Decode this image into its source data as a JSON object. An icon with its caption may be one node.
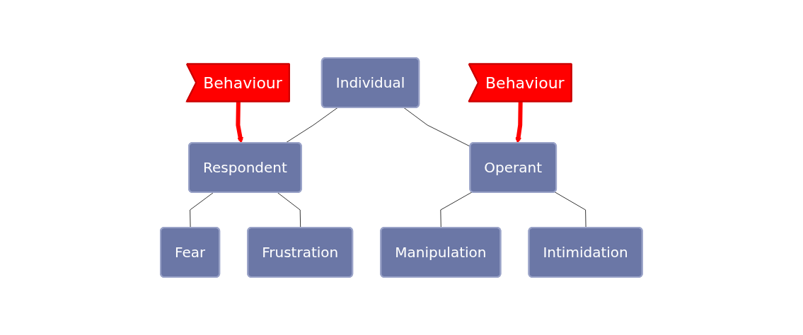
{
  "diagram": {
    "nodes": [
      {
        "text": [
          "Behaviour"
        ]
      },
      {
        "text": [
          "Individual"
        ]
      },
      {
        "text": [
          "Behaviour"
        ]
      },
      {
        "text": [
          "Respondent"
        ]
      },
      {
        "text": [
          "Operant"
        ]
      },
      {
        "text": [
          "Fear"
        ]
      },
      {
        "text": [
          "Frustration"
        ]
      },
      {
        "text": [
          "Manipulation"
        ]
      },
      {
        "text": [
          "Intimidation"
        ]
      }
    ],
    "edges": [
      {
        "from": 0,
        "to": 3,
        "arrow": "to",
        "style": "thick",
        "color": "#ff0000"
      },
      {
        "from": 1,
        "to": 3,
        "arrow": "none"
      },
      {
        "from": 1,
        "to": 4,
        "arrow": "none"
      },
      {
        "from": 2,
        "to": 4,
        "arrow": "to",
        "style": "thick",
        "color": "#ff0000"
      },
      {
        "from": 3,
        "to": 5,
        "arrow": "none"
      },
      {
        "from": 3,
        "to": 6,
        "arrow": "none"
      },
      {
        "from": 4,
        "to": 7,
        "arrow": "none"
      },
      {
        "from": 4,
        "to": 8,
        "arrow": "none"
      }
    ]
  }
}
